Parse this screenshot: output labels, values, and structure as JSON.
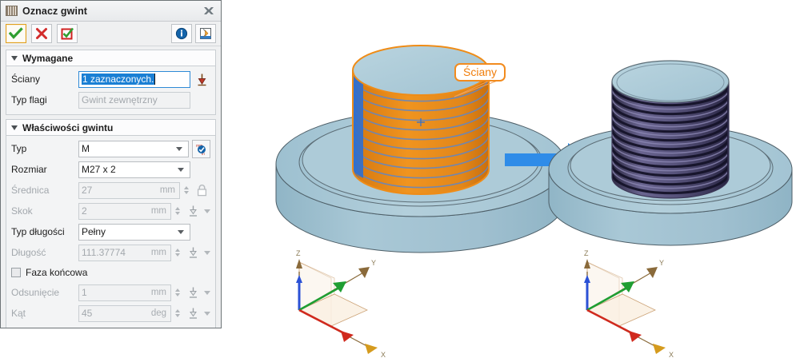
{
  "dialog": {
    "title": "Oznacz gwint",
    "title_icon": "thread-icon",
    "close_icon": "close-icon",
    "toolbar": {
      "ok_icon": "green-check-icon",
      "cancel_icon": "red-x-icon",
      "apply_icon": "apply-check-icon",
      "info_icon": "info-icon",
      "expand_icon": "expand-panel-icon"
    },
    "sections": [
      {
        "id": "wymagane",
        "title": "Wymagane",
        "rows": [
          {
            "label": "Ściany",
            "value": "1 zaznaczonych.",
            "selected": true,
            "icon": "select-faces-icon"
          },
          {
            "label": "Typ flagi",
            "value": "Gwint zewnętrzny",
            "disabled": true
          }
        ]
      },
      {
        "id": "wlasciwosci",
        "title": "Właściwości gwintu",
        "rows": [
          {
            "label": "Typ",
            "value": "M",
            "control": "combo",
            "icon": "mm-in-toggle-icon"
          },
          {
            "label": "Rozmiar",
            "value": "M27 x 2",
            "control": "combo"
          },
          {
            "label": "Średnica",
            "value": "27",
            "unit": "mm",
            "disabled": true,
            "icon": "lock-icon"
          },
          {
            "label": "Skok",
            "value": "2",
            "unit": "mm",
            "disabled": true,
            "icon": "measure-icon"
          },
          {
            "label": "Typ długości",
            "value": "Pełny",
            "control": "combo"
          },
          {
            "label": "Długość",
            "value": "111.37774",
            "unit": "mm",
            "disabled": true,
            "icon": "measure-icon"
          }
        ],
        "checkbox": {
          "label": "Faza końcowa",
          "checked": false
        },
        "chamfer_rows": [
          {
            "label": "Odsunięcie",
            "value": "1",
            "unit": "mm",
            "disabled": true,
            "icon": "measure-icon"
          },
          {
            "label": "Kąt",
            "value": "45",
            "unit": "deg",
            "disabled": true,
            "icon": "measure-icon"
          }
        ]
      }
    ]
  },
  "viewport": {
    "callout": {
      "text": "Ściany"
    },
    "arrow": {
      "name": "transition-arrow",
      "color": "#2f8ce8"
    },
    "models": [
      {
        "name": "model-before",
        "state": "faces-selected",
        "highlight_color": "#e8901e",
        "body_color": "#a9c6d4"
      },
      {
        "name": "model-after",
        "state": "thread-applied",
        "thread_color": "#4a4669",
        "body_color": "#a9c6d4"
      }
    ],
    "triads": [
      {
        "name": "triad-left",
        "labels": {
          "x": "X",
          "y": "Y",
          "z": "Z"
        }
      },
      {
        "name": "triad-right",
        "labels": {
          "x": "X",
          "y": "Y",
          "z": "Z"
        }
      }
    ]
  },
  "colors": {
    "accent_orange": "#f07d0a",
    "selection_blue": "#1a7fd4",
    "arrow_blue": "#2f8ce8",
    "part_blue": "#a9c6d4",
    "thread_purple": "#4a4669"
  }
}
